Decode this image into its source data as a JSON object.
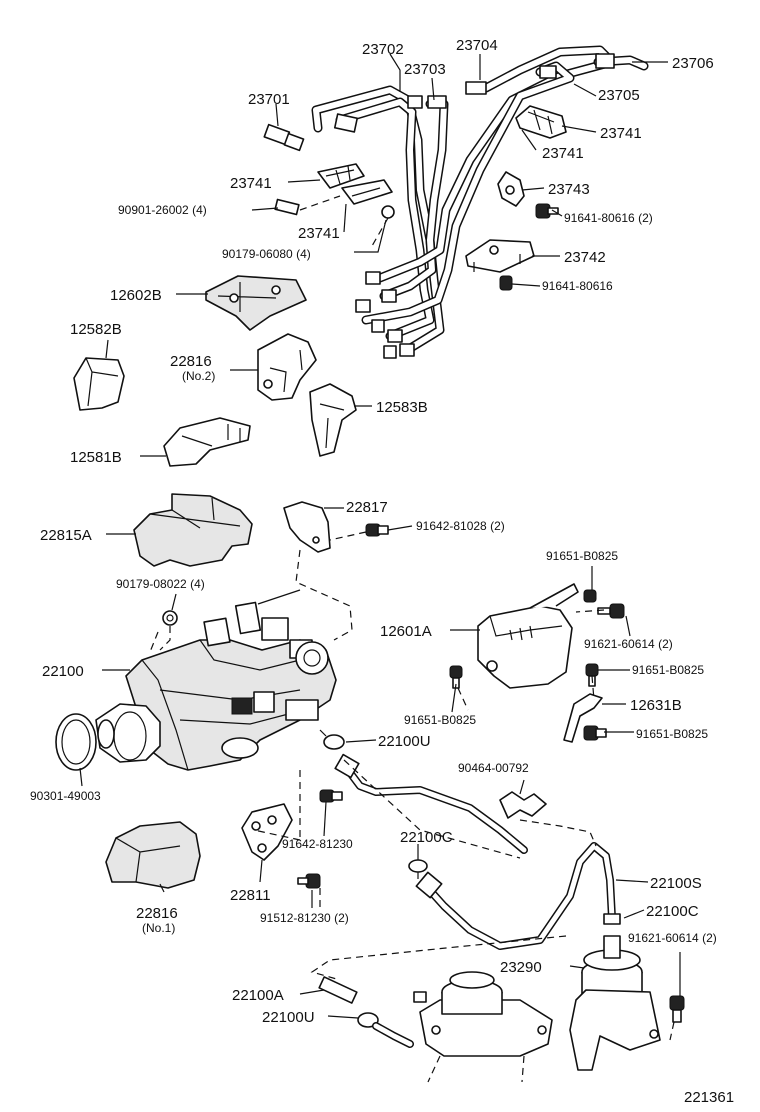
{
  "labels": {
    "p23702": "23702",
    "p23704": "23704",
    "p23703": "23703",
    "p23706": "23706",
    "p23701": "23701",
    "p23705": "23705",
    "p23741_a": "23741",
    "p23741_b": "23741",
    "p23741_c": "23741",
    "p23741_d": "23741",
    "p23743": "23743",
    "p90901": "90901-26002 (4)",
    "p91641_a": "91641-80616 (2)",
    "p90179_06080": "90179-06080 (4)",
    "p23742": "23742",
    "p91641_b": "91641-80616",
    "p12602B": "12602B",
    "p12582B": "12582B",
    "p22816_no2": "22816",
    "p22816_no2_sub": "(No.2)",
    "p12583B": "12583B",
    "p12581B": "12581B",
    "p22817": "22817",
    "p91642_81028": "91642-81028 (2)",
    "p22815A": "22815A",
    "p91651_a": "91651-B0825",
    "p90179_08022": "90179-08022 (4)",
    "p12601A": "12601A",
    "p91621_a": "91621-60614 (2)",
    "p22100": "22100",
    "p91651_b": "91651-B0825",
    "p12631B": "12631B",
    "p91651_c": "91651-B0825",
    "p91651_d": "91651-B0825",
    "p22100U_a": "22100U",
    "p90464": "90464-00792",
    "p90301": "90301-49003",
    "p91642_81230": "91642-81230",
    "p22100C_a": "22100C",
    "p22811": "22811",
    "p22100S": "22100S",
    "p22816_no1": "22816",
    "p22816_no1_sub": "(No.1)",
    "p91512": "91512-81230 (2)",
    "p22100C_b": "22100C",
    "p91621_b": "91621-60614 (2)",
    "p23290": "23290",
    "p22100A": "22100A",
    "p22100U_b": "22100U",
    "ref": "221361"
  }
}
